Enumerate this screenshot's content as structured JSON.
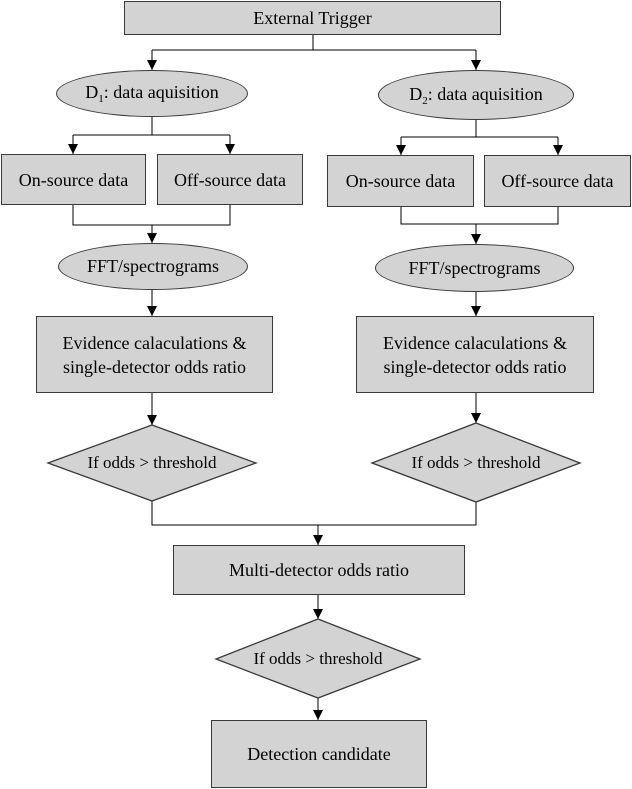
{
  "trigger": {
    "label": "External Trigger"
  },
  "detectors": [
    {
      "acq_prefix": "D",
      "acq_sub": "1",
      "acq_suffix": ": data aquisition",
      "on_source": "On-source data",
      "off_source": "Off-source data",
      "fft": "FFT/spectrograms",
      "evidence_line1": "Evidence calaculations &",
      "evidence_line2": "single-detector odds ratio",
      "threshold": "If odds > threshold"
    },
    {
      "acq_prefix": "D",
      "acq_sub": "2",
      "acq_suffix": ": data aquisition",
      "on_source": "On-source data",
      "off_source": "Off-source data",
      "fft": "FFT/spectrograms",
      "evidence_line1": "Evidence calaculations &",
      "evidence_line2": "single-detector odds ratio",
      "threshold": "If odds > threshold"
    }
  ],
  "multi": {
    "label": "Multi-detector odds ratio"
  },
  "final_threshold": {
    "label": "If odds > threshold"
  },
  "candidate": {
    "label": "Detection candidate"
  },
  "colors": {
    "fill": "#d3d3d3",
    "stroke": "#3a3a3a",
    "text": "#000000"
  }
}
